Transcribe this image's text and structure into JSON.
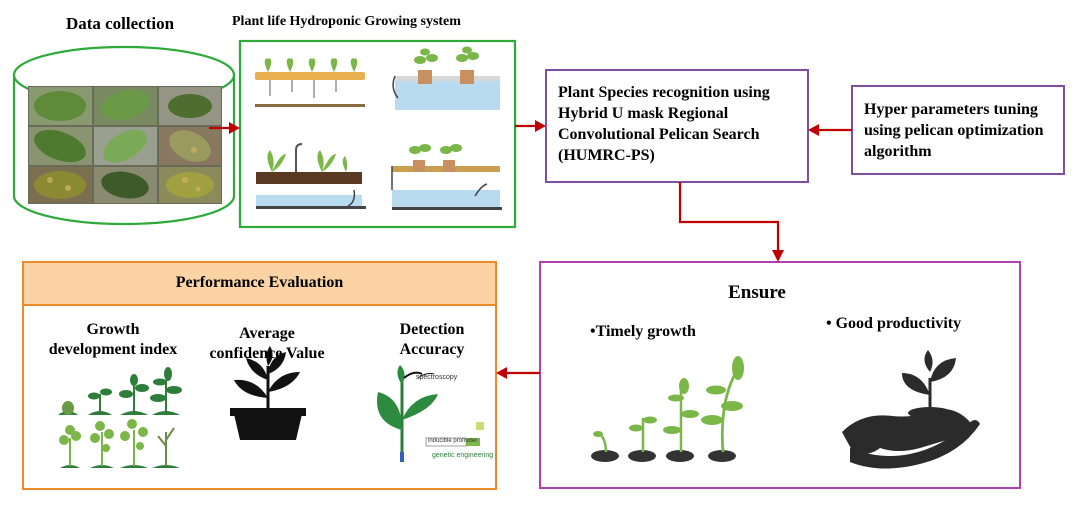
{
  "data_collection": {
    "title": "Data collection"
  },
  "hydroponic": {
    "title": "Plant life Hydroponic Growing system"
  },
  "recognition": {
    "text": "Plant Species recognition using Hybrid U mask Regional Convolutional Pelican Search (HUMRC-PS)"
  },
  "hyper": {
    "text": "Hyper parameters tuning using pelican optimization algorithm"
  },
  "ensure": {
    "title": "Ensure",
    "timely": "•Timely growth",
    "productivity": "• Good productivity"
  },
  "performance": {
    "title": "Performance Evaluation",
    "growth_line1": "Growth",
    "growth_line2": "development index",
    "confidence_line1": "Average",
    "confidence_line2": "confidence Value",
    "detection_line1": "Detection",
    "detection_line2": "Accuracy",
    "inset_spectroscopy": "spectroscopy",
    "inset_promoter": "inducible promoter",
    "inset_genetic": "genetic engineering"
  },
  "colors": {
    "arrow": "#c00000",
    "green_border": "#2eaa3a",
    "purple_border": "#7f4fa0",
    "magenta_border": "#b040b0",
    "orange_border": "#ee8a2a",
    "orange_fill": "#fbd3a5",
    "plant_green": "#7ab648",
    "water_blue": "#b8dbf0",
    "dark": "#2b2b2b"
  }
}
